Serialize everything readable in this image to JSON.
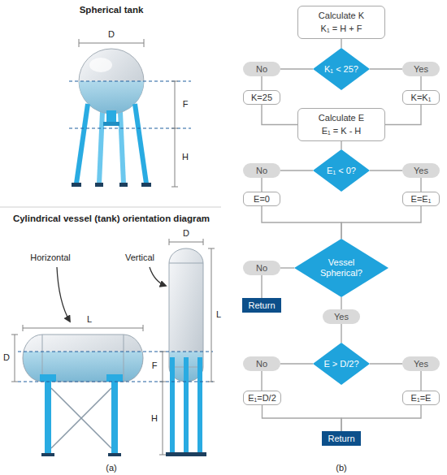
{
  "diagram": {
    "nodes": [
      {
        "text": [
          "Calculate K",
          "K₁ = H + F"
        ]
      },
      {
        "text": [
          "No"
        ]
      },
      {
        "text": [
          "K₁ < 25?"
        ]
      },
      {
        "text": [
          "Yes"
        ]
      },
      {
        "text": [
          "K=25"
        ]
      },
      {
        "text": [
          "K=K₁"
        ]
      },
      {
        "text": [
          "Calculate E",
          "E₁ = K - H"
        ]
      },
      {
        "text": [
          "No"
        ]
      },
      {
        "text": [
          "E₁ < 0?"
        ]
      },
      {
        "text": [
          "Yes"
        ]
      },
      {
        "text": [
          "E=0"
        ]
      },
      {
        "text": [
          "E=E₁"
        ]
      },
      {
        "text": [
          "No"
        ]
      },
      {
        "text": [
          "Vessel Spherical?"
        ]
      },
      {
        "text": [
          "Return"
        ]
      },
      {
        "text": [
          "Yes"
        ]
      },
      {
        "text": [
          "No"
        ]
      },
      {
        "text": [
          "E > D/2?"
        ]
      },
      {
        "text": [
          "Yes"
        ]
      },
      {
        "text": [
          "E₁=D/2"
        ]
      },
      {
        "text": [
          "E₁=E"
        ]
      },
      {
        "text": [
          "Return"
        ]
      }
    ],
    "edges": [
      {
        "from": 0,
        "to": 2,
        "arrow": "none"
      },
      {
        "from": 2,
        "to": 1,
        "arrow": "none"
      },
      {
        "from": 2,
        "to": 3,
        "arrow": "none"
      },
      {
        "from": 1,
        "to": 4,
        "arrow": "none"
      },
      {
        "from": 3,
        "to": 5,
        "arrow": "none"
      },
      {
        "from": 4,
        "to": 6,
        "arrow": "none"
      },
      {
        "from": 5,
        "to": 6,
        "arrow": "none"
      },
      {
        "from": 6,
        "to": 8,
        "arrow": "none"
      },
      {
        "from": 8,
        "to": 7,
        "arrow": "none"
      },
      {
        "from": 8,
        "to": 9,
        "arrow": "none"
      },
      {
        "from": 7,
        "to": 10,
        "arrow": "none"
      },
      {
        "from": 9,
        "to": 11,
        "arrow": "none"
      },
      {
        "from": 10,
        "to": 13,
        "arrow": "none"
      },
      {
        "from": 11,
        "to": 13,
        "arrow": "none"
      },
      {
        "from": 13,
        "to": 12,
        "arrow": "none"
      },
      {
        "from": 12,
        "to": 14,
        "arrow": "none"
      },
      {
        "from": 13,
        "to": 15,
        "arrow": "none"
      },
      {
        "from": 15,
        "to": 17,
        "arrow": "none"
      },
      {
        "from": 17,
        "to": 16,
        "arrow": "none"
      },
      {
        "from": 17,
        "to": 18,
        "arrow": "none"
      },
      {
        "from": 16,
        "to": 19,
        "arrow": "none"
      },
      {
        "from": 18,
        "to": 20,
        "arrow": "none"
      },
      {
        "from": 19,
        "to": 21,
        "arrow": "none"
      },
      {
        "from": 20,
        "to": 21,
        "arrow": "none"
      }
    ],
    "labels": [
      "Spherical tank",
      "D",
      "F",
      "H",
      "Cylindrical vessel (tank) orientation diagram",
      "Horizontal",
      "Vertical",
      "L",
      "D",
      "F",
      "H",
      "D",
      "L",
      "(a)",
      "(b)"
    ]
  }
}
